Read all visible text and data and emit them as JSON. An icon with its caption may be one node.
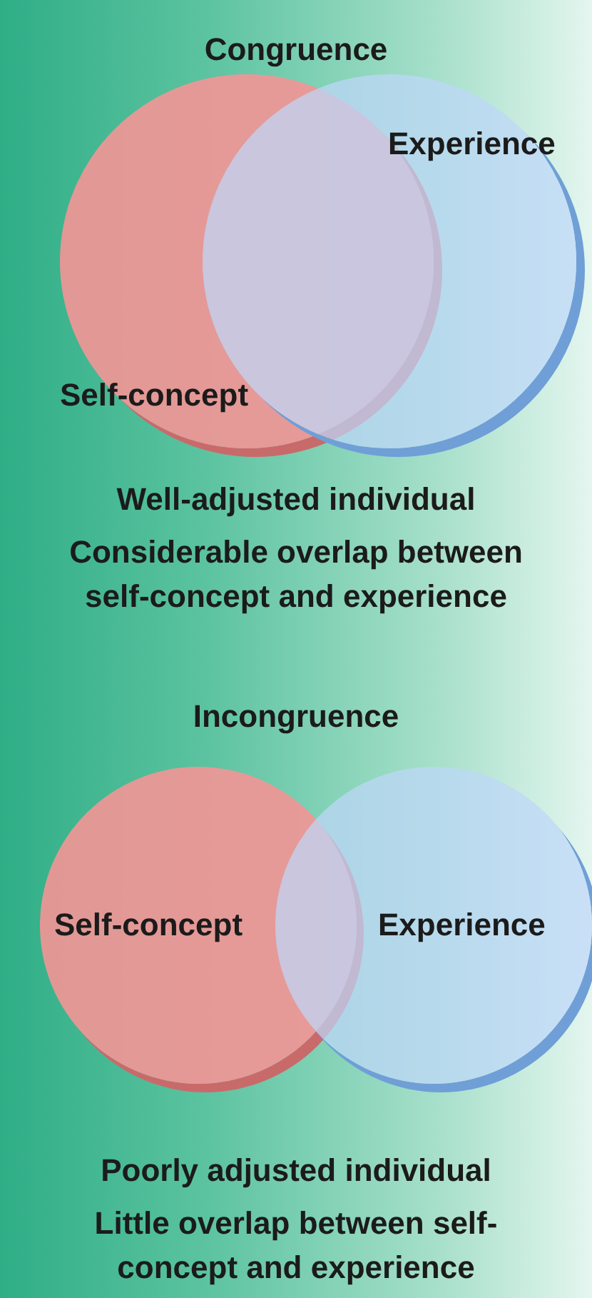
{
  "diagram": {
    "nodes": [
      {
        "text": [
          "Self-concept"
        ]
      },
      {
        "text": [
          "Experience"
        ]
      },
      {
        "text": [
          "Self-concept"
        ]
      },
      {
        "text": [
          "Experience"
        ]
      }
    ],
    "labels": [
      "Congruence",
      "Well-adjusted individual",
      "Considerable overlap between self-concept and experience",
      "Incongruence",
      "Poorly adjusted individual",
      "Little overlap between self-concept and experience"
    ]
  }
}
